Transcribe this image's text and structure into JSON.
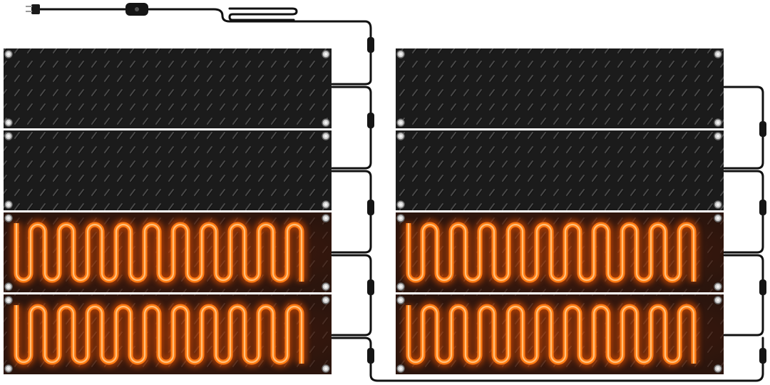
{
  "scene": {
    "subject": "",
    "mat_columns": 2,
    "mats_per_column": 4,
    "heated_state": [
      "off",
      "off",
      "on",
      "on"
    ],
    "colors": {
      "mat": "#1b1b1b",
      "tread": "#3a3a3a",
      "wire_glow": "#ff5a00",
      "wire_hot": "#ff7a12",
      "cord": "#111111",
      "background": "#ffffff"
    }
  }
}
